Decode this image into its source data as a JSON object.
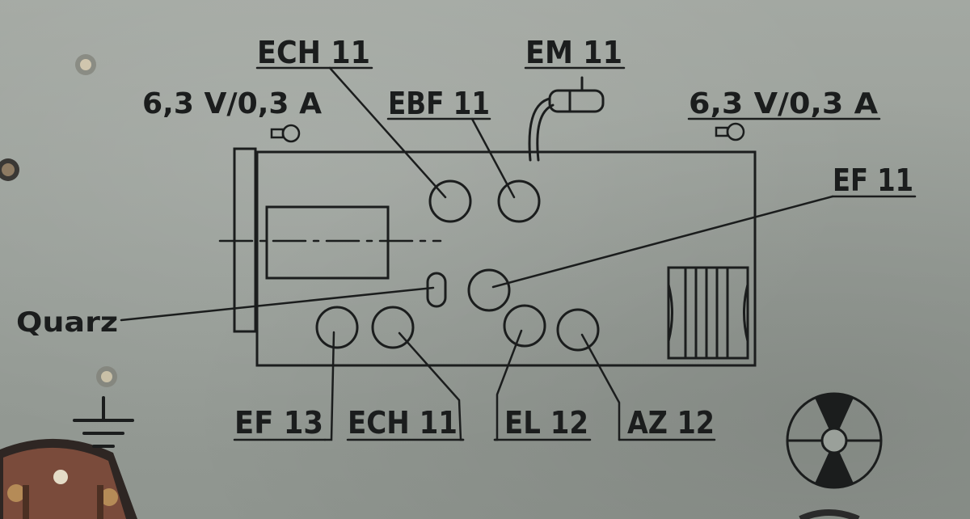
{
  "labels": {
    "ech11_top": "ECH 11",
    "em11": "EM 11",
    "ebf11": "EBF 11",
    "power_left": "6,3 V/0,3 A",
    "power_right": "6,3 V/0,3 A",
    "ef11": "EF 11",
    "quarz": "Quarz",
    "ef13": "EF 13",
    "ech11_bottom": "ECH 11",
    "el12": "EL 12",
    "az12": "AZ 12"
  },
  "colors": {
    "panel": "#9aa09a",
    "ink": "#1b1d1d",
    "circuit_board": "#7a4b3b"
  },
  "icons": {
    "ground": "ground-icon",
    "radiation": "radiation-icon",
    "pilot_lamp": "pilot-lamp-icon"
  }
}
